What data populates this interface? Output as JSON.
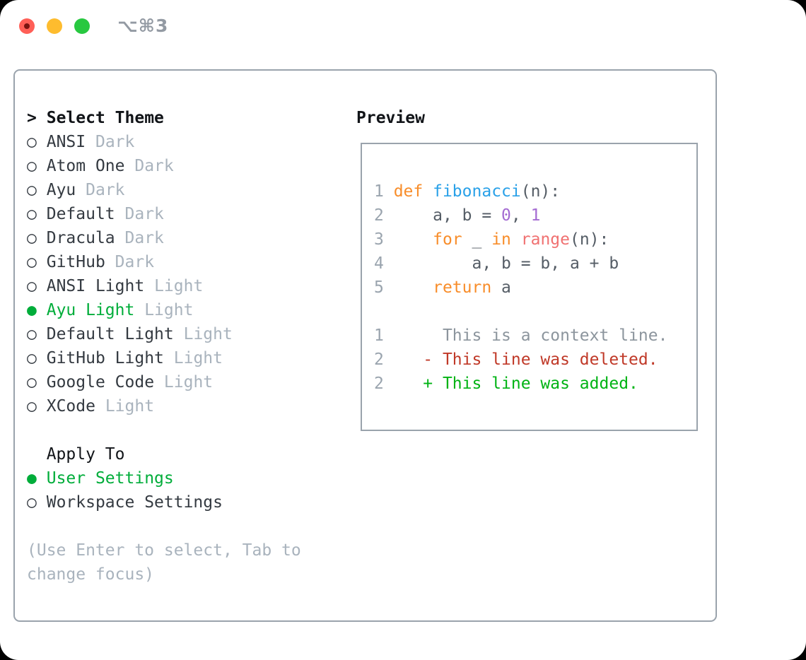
{
  "window": {
    "title": "⌥⌘3"
  },
  "theme_panel": {
    "header_prefix": ">",
    "header_label": "Select Theme",
    "selected_marker": "●",
    "unselected_marker": "○",
    "themes": [
      {
        "name": "ANSI",
        "variant": "Dark",
        "selected": false
      },
      {
        "name": "Atom One",
        "variant": "Dark",
        "selected": false
      },
      {
        "name": "Ayu",
        "variant": "Dark",
        "selected": false
      },
      {
        "name": "Default",
        "variant": "Dark",
        "selected": false
      },
      {
        "name": "Dracula",
        "variant": "Dark",
        "selected": false
      },
      {
        "name": "GitHub",
        "variant": "Dark",
        "selected": false
      },
      {
        "name": "ANSI Light",
        "variant": "Light",
        "selected": false
      },
      {
        "name": "Ayu Light",
        "variant": "Light",
        "selected": true
      },
      {
        "name": "Default Light",
        "variant": "Light",
        "selected": false
      },
      {
        "name": "GitHub Light",
        "variant": "Light",
        "selected": false
      },
      {
        "name": "Google Code",
        "variant": "Light",
        "selected": false
      },
      {
        "name": "XCode",
        "variant": "Light",
        "selected": false
      }
    ],
    "apply_to": {
      "label": "Apply To",
      "options": [
        {
          "name": "User Settings",
          "selected": true
        },
        {
          "name": "Workspace Settings",
          "selected": false
        }
      ]
    },
    "help_lines": [
      "(Use Enter to select, Tab to",
      "change focus)"
    ]
  },
  "preview": {
    "header": "Preview",
    "code_lines": [
      {
        "segments": [
          {
            "c": "ln",
            "t": "1 "
          },
          {
            "c": "kw",
            "t": "def"
          },
          {
            "c": "fg",
            "t": " "
          },
          {
            "c": "fn",
            "t": "fibonacci"
          },
          {
            "c": "fg",
            "t": "(n):"
          }
        ]
      },
      {
        "segments": [
          {
            "c": "ln",
            "t": "2 "
          },
          {
            "c": "fg",
            "t": "    a, b = "
          },
          {
            "c": "num",
            "t": "0"
          },
          {
            "c": "fg",
            "t": ", "
          },
          {
            "c": "num",
            "t": "1"
          }
        ]
      },
      {
        "segments": [
          {
            "c": "ln",
            "t": "3 "
          },
          {
            "c": "fg",
            "t": "    "
          },
          {
            "c": "kw",
            "t": "for"
          },
          {
            "c": "fg",
            "t": " _ "
          },
          {
            "c": "kw",
            "t": "in"
          },
          {
            "c": "fg",
            "t": " "
          },
          {
            "c": "call",
            "t": "range"
          },
          {
            "c": "fg",
            "t": "(n):"
          }
        ]
      },
      {
        "segments": [
          {
            "c": "ln",
            "t": "4 "
          },
          {
            "c": "fg",
            "t": "        a, b = b, a + b"
          }
        ]
      },
      {
        "segments": [
          {
            "c": "ln",
            "t": "5 "
          },
          {
            "c": "fg",
            "t": "    "
          },
          {
            "c": "kw",
            "t": "return"
          },
          {
            "c": "fg",
            "t": " a"
          }
        ]
      },
      {
        "segments": []
      },
      {
        "segments": [
          {
            "c": "ln",
            "t": "1 "
          },
          {
            "c": "ctx",
            "t": "     This is a context line."
          }
        ]
      },
      {
        "segments": [
          {
            "c": "ln",
            "t": "2 "
          },
          {
            "c": "del",
            "t": "   - This line was deleted."
          }
        ]
      },
      {
        "segments": [
          {
            "c": "ln",
            "t": "2 "
          },
          {
            "c": "add",
            "t": "   + This line was added."
          }
        ]
      }
    ]
  },
  "colors": {
    "accent_green": "#00ad3a",
    "added_green": "#00b314",
    "deleted_red": "#c03928",
    "keyword_orange": "#f88d2a",
    "function_blue": "#2aa1e8",
    "builtin_coral": "#f07171",
    "number_purple": "#a46bd2",
    "line_number_gray": "#9aa4ae",
    "context_gray": "#8c959d",
    "muted_gray": "#a9b3bd",
    "name_dark": "#343a41",
    "code_fg": "#555d66",
    "heading_black": "#111418",
    "border_gray": "#9aa3ac",
    "traffic_red": "#ff5f57",
    "traffic_yellow": "#febc2e",
    "traffic_green": "#28c840",
    "title_gray": "#939aa3"
  }
}
